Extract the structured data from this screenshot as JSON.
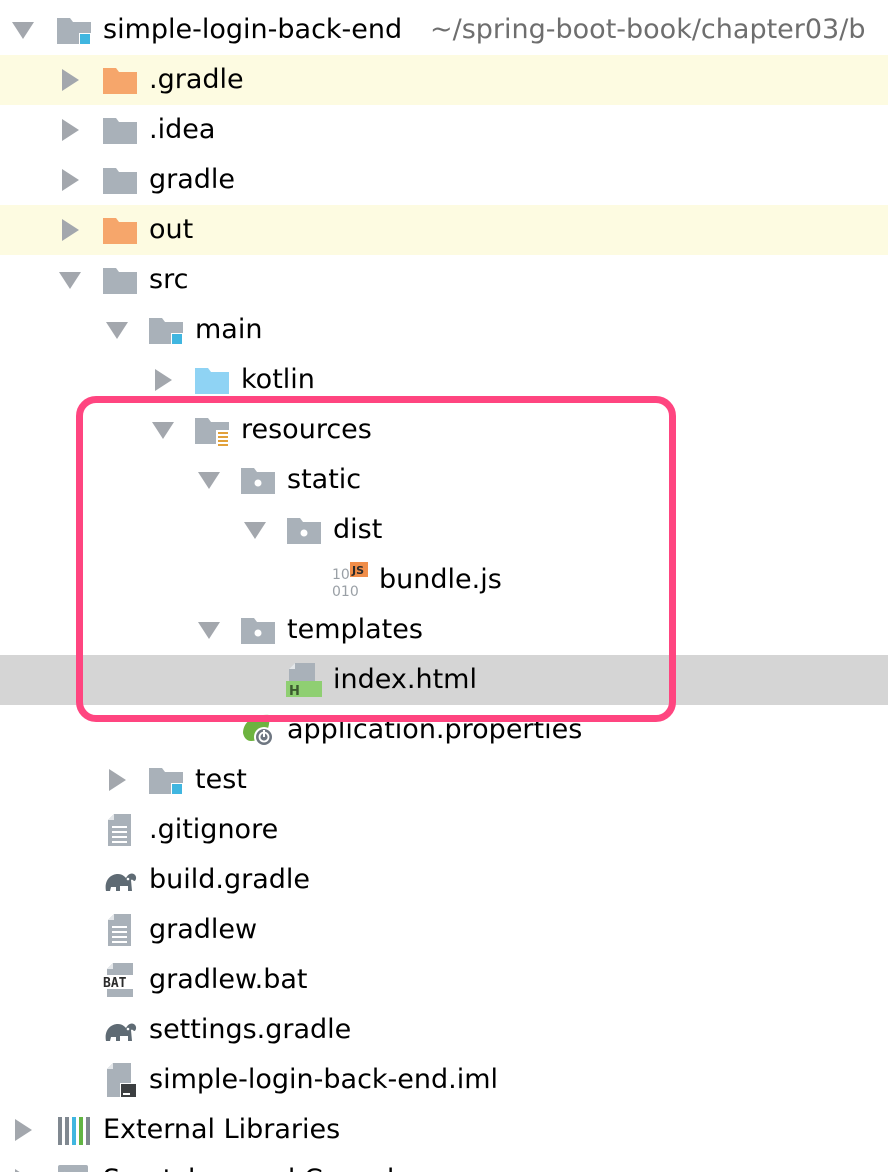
{
  "tree": [
    {
      "id": "root",
      "label": "simple-login-back-end",
      "path": "~/spring-boot-book/chapter03/b",
      "depth": 0,
      "icon": "module-folder-icon",
      "arrow": "expanded"
    },
    {
      "id": "gradle-hidden",
      "label": ".gradle",
      "depth": 1,
      "icon": "excluded-folder-icon",
      "arrow": "collapsed",
      "state": "excluded"
    },
    {
      "id": "idea",
      "label": ".idea",
      "depth": 1,
      "icon": "folder-icon",
      "arrow": "collapsed"
    },
    {
      "id": "gradle",
      "label": "gradle",
      "depth": 1,
      "icon": "folder-icon",
      "arrow": "collapsed"
    },
    {
      "id": "out",
      "label": "out",
      "depth": 1,
      "icon": "excluded-folder-icon",
      "arrow": "collapsed",
      "state": "excluded"
    },
    {
      "id": "src",
      "label": "src",
      "depth": 1,
      "icon": "folder-icon",
      "arrow": "expanded"
    },
    {
      "id": "main",
      "label": "main",
      "depth": 2,
      "icon": "source-set-folder-icon",
      "arrow": "expanded"
    },
    {
      "id": "kotlin",
      "label": "kotlin",
      "depth": 3,
      "icon": "source-root-folder-icon",
      "arrow": "collapsed"
    },
    {
      "id": "resources",
      "label": "resources",
      "depth": 3,
      "icon": "resources-folder-icon",
      "arrow": "expanded"
    },
    {
      "id": "static",
      "label": "static",
      "depth": 4,
      "icon": "package-folder-icon",
      "arrow": "expanded"
    },
    {
      "id": "dist",
      "label": "dist",
      "depth": 5,
      "icon": "package-folder-icon",
      "arrow": "expanded"
    },
    {
      "id": "bundle-js",
      "label": "bundle.js",
      "depth": 6,
      "icon": "javascript-file-icon",
      "arrow": "none"
    },
    {
      "id": "templates",
      "label": "templates",
      "depth": 4,
      "icon": "package-folder-icon",
      "arrow": "expanded"
    },
    {
      "id": "index-html",
      "label": "index.html",
      "depth": 5,
      "icon": "html-file-icon",
      "arrow": "none",
      "state": "selected"
    },
    {
      "id": "application-properties",
      "label": "application.properties",
      "depth": 4,
      "icon": "spring-properties-icon",
      "arrow": "none"
    },
    {
      "id": "test",
      "label": "test",
      "depth": 2,
      "icon": "source-set-folder-icon",
      "arrow": "collapsed"
    },
    {
      "id": "gitignore",
      "label": ".gitignore",
      "depth": 1,
      "icon": "text-file-icon",
      "arrow": "none"
    },
    {
      "id": "build-gradle",
      "label": "build.gradle",
      "depth": 1,
      "icon": "gradle-elephant-icon",
      "arrow": "none"
    },
    {
      "id": "gradlew",
      "label": "gradlew",
      "depth": 1,
      "icon": "text-file-icon",
      "arrow": "none"
    },
    {
      "id": "gradlew-bat",
      "label": "gradlew.bat",
      "depth": 1,
      "icon": "bat-file-icon",
      "arrow": "none"
    },
    {
      "id": "settings-gradle",
      "label": "settings.gradle",
      "depth": 1,
      "icon": "gradle-elephant-icon",
      "arrow": "none"
    },
    {
      "id": "iml",
      "label": "simple-login-back-end.iml",
      "depth": 1,
      "icon": "iml-file-icon",
      "arrow": "none"
    },
    {
      "id": "external-libraries",
      "label": "External Libraries",
      "depth": 0,
      "icon": "libraries-icon",
      "arrow": "collapsed"
    },
    {
      "id": "scratches",
      "label": "Scratches and Consoles",
      "depth": 0,
      "icon": "scratches-icon",
      "arrow": "collapsed"
    }
  ],
  "colors": {
    "folder": "#a9b1b9",
    "excluded_folder": "#f6a66b",
    "source_root_folder": "#8fd3f4",
    "module_marker": "#40b6e0",
    "excluded_row": "#fdfbe1",
    "selected_row": "#d5d5d5",
    "highlight_frame": "#ff4580",
    "path_text": "#6e6e6e"
  }
}
